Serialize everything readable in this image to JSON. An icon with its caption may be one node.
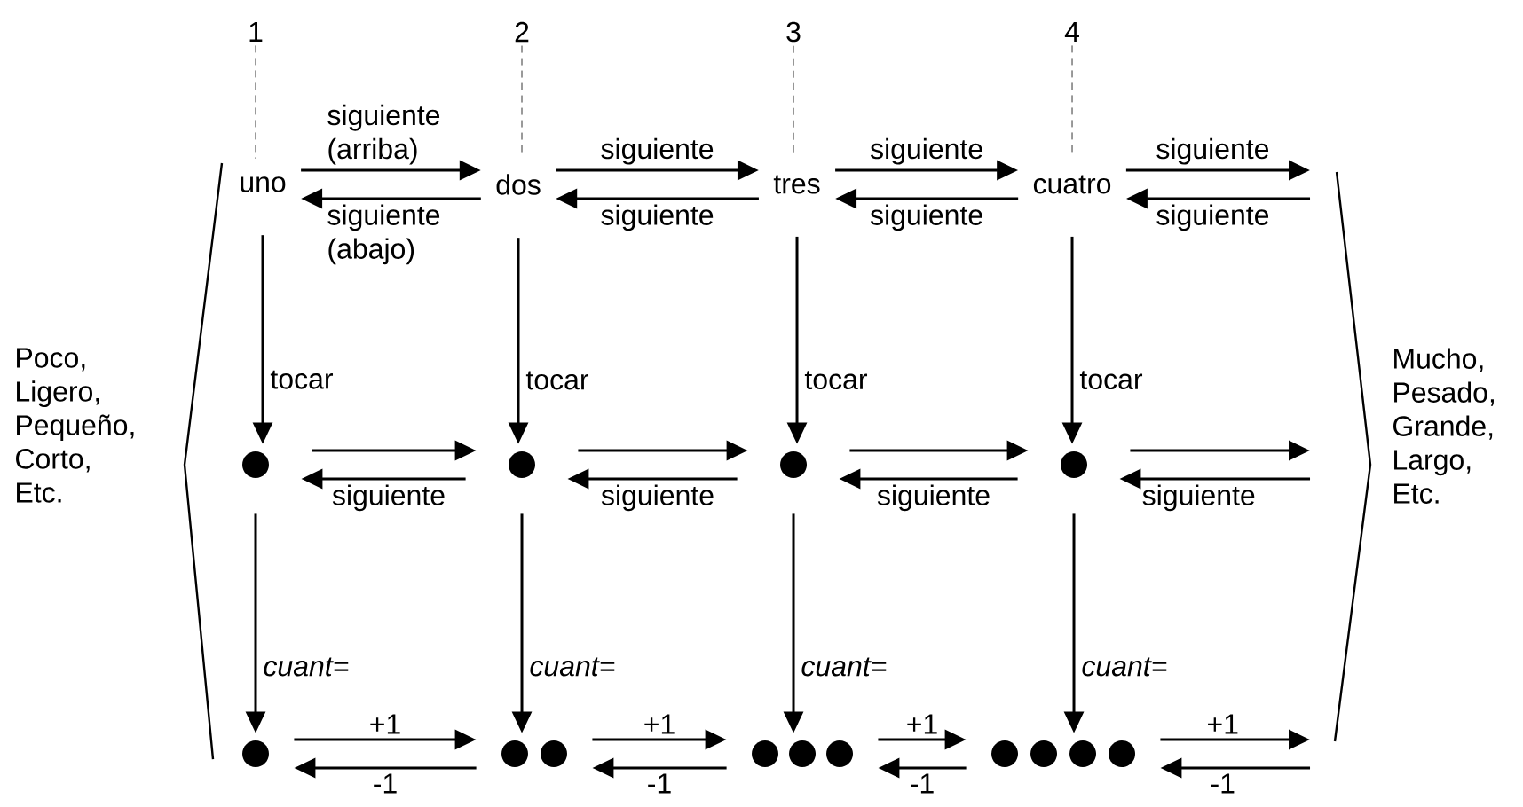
{
  "diagram": {
    "nodes": [
      {
        "text": [
          "1"
        ]
      },
      {
        "text": [
          "2"
        ]
      },
      {
        "text": [
          "3"
        ]
      },
      {
        "text": [
          "4"
        ]
      },
      {
        "text": [
          "uno"
        ]
      },
      {
        "text": [
          "dos"
        ]
      },
      {
        "text": [
          "tres"
        ]
      },
      {
        "text": [
          "cuatro"
        ]
      },
      {
        "text": [],
        "shape": "circle"
      },
      {
        "text": [],
        "shape": "circle"
      },
      {
        "text": [],
        "shape": "circle"
      },
      {
        "text": [],
        "shape": "circle"
      },
      {
        "text": [],
        "shape": "circle"
      },
      {
        "text": [],
        "shape": "circle"
      },
      {
        "text": [],
        "shape": "circle"
      },
      {
        "text": [],
        "shape": "circle"
      },
      {
        "text": [],
        "shape": "circle"
      },
      {
        "text": [],
        "shape": "circle"
      },
      {
        "text": [],
        "shape": "circle"
      },
      {
        "text": [],
        "shape": "circle"
      },
      {
        "text": [],
        "shape": "circle"
      },
      {
        "text": [],
        "shape": "circle"
      }
    ],
    "edges": [
      {
        "from": 0,
        "to": 4,
        "arrow": "none",
        "style": "dashed"
      },
      {
        "from": 1,
        "to": 5,
        "arrow": "none",
        "style": "dashed"
      },
      {
        "from": 2,
        "to": 6,
        "arrow": "none",
        "style": "dashed"
      },
      {
        "from": 3,
        "to": 7,
        "arrow": "none",
        "style": "dashed"
      },
      {
        "from": 4,
        "to": 5,
        "arrow": "to",
        "label": "siguiente (arriba)"
      },
      {
        "from": 5,
        "to": 4,
        "arrow": "to",
        "label": "siguiente (abajo)"
      },
      {
        "from": 5,
        "to": 6,
        "arrow": "to",
        "label": "siguiente"
      },
      {
        "from": 6,
        "to": 5,
        "arrow": "to",
        "label": "siguiente"
      },
      {
        "from": 6,
        "to": 7,
        "arrow": "to",
        "label": "siguiente"
      },
      {
        "from": 7,
        "to": 6,
        "arrow": "to",
        "label": "siguiente"
      },
      {
        "from": 7,
        "to": null,
        "arrow": "to",
        "label": "siguiente"
      },
      {
        "from": null,
        "to": 7,
        "arrow": "to",
        "label": "siguiente"
      },
      {
        "from": 4,
        "to": 8,
        "arrow": "to",
        "label": "tocar"
      },
      {
        "from": 5,
        "to": 9,
        "arrow": "to",
        "label": "tocar"
      },
      {
        "from": 6,
        "to": 10,
        "arrow": "to",
        "label": "tocar"
      },
      {
        "from": 7,
        "to": 11,
        "arrow": "to",
        "label": "tocar"
      },
      {
        "from": 8,
        "to": 9,
        "arrow": "to"
      },
      {
        "from": 9,
        "to": 8,
        "arrow": "to",
        "label": "siguiente"
      },
      {
        "from": 9,
        "to": 10,
        "arrow": "to"
      },
      {
        "from": 10,
        "to": 9,
        "arrow": "to",
        "label": "siguiente"
      },
      {
        "from": 10,
        "to": 11,
        "arrow": "to"
      },
      {
        "from": 11,
        "to": 10,
        "arrow": "to",
        "label": "siguiente"
      },
      {
        "from": 11,
        "to": null,
        "arrow": "to"
      },
      {
        "from": null,
        "to": 11,
        "arrow": "to",
        "label": "siguiente"
      },
      {
        "from": 8,
        "to": 12,
        "arrow": "to",
        "label": "cuant="
      },
      {
        "from": 9,
        "to": 13,
        "arrow": "to",
        "label": "cuant="
      },
      {
        "from": 10,
        "to": 16,
        "arrow": "to",
        "label": "cuant="
      },
      {
        "from": 11,
        "to": 20,
        "arrow": "to",
        "label": "cuant="
      },
      {
        "from": 12,
        "to": 13,
        "arrow": "to",
        "label": "+1"
      },
      {
        "from": 13,
        "to": 12,
        "arrow": "to",
        "label": "-1"
      },
      {
        "from": 14,
        "to": 15,
        "arrow": "to",
        "label": "+1"
      },
      {
        "from": 15,
        "to": 14,
        "arrow": "to",
        "label": "-1"
      },
      {
        "from": 17,
        "to": 18,
        "arrow": "to",
        "label": "+1"
      },
      {
        "from": 18,
        "to": 17,
        "arrow": "to",
        "label": "-1"
      },
      {
        "from": 21,
        "to": null,
        "arrow": "to",
        "label": "+1"
      },
      {
        "from": null,
        "to": 21,
        "arrow": "to",
        "label": "-1"
      }
    ],
    "labels": [
      "Poco, Ligero, Pequeño, Corto, Etc.",
      "Mucho, Pesado, Grande, Largo, Etc."
    ]
  }
}
